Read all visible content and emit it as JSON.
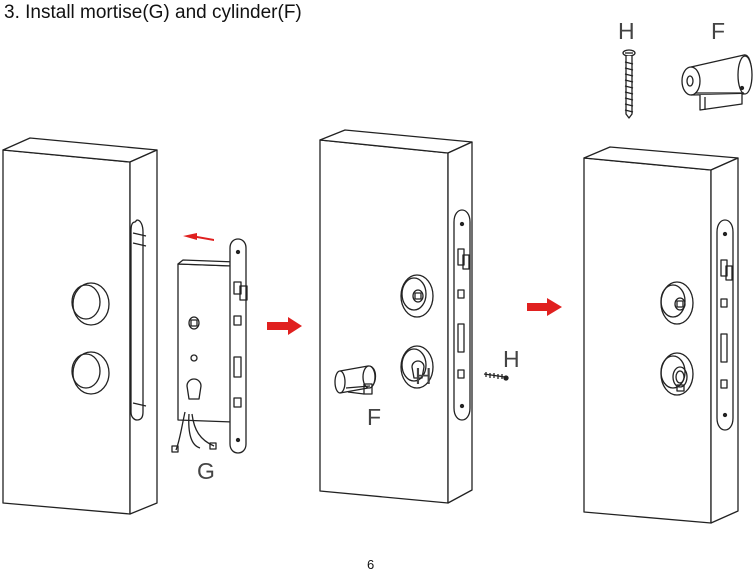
{
  "title": "3. Install mortise(G) and cylinder(F)",
  "page_number": "6",
  "labels": {
    "screw_top": "H",
    "cylinder_top": "F",
    "mortise": "G",
    "cylinder_middle": "F",
    "screw_middle": "H",
    "screw_middle_2": "H"
  },
  "colors": {
    "arrow": "#e0201f",
    "line": "#222222"
  }
}
